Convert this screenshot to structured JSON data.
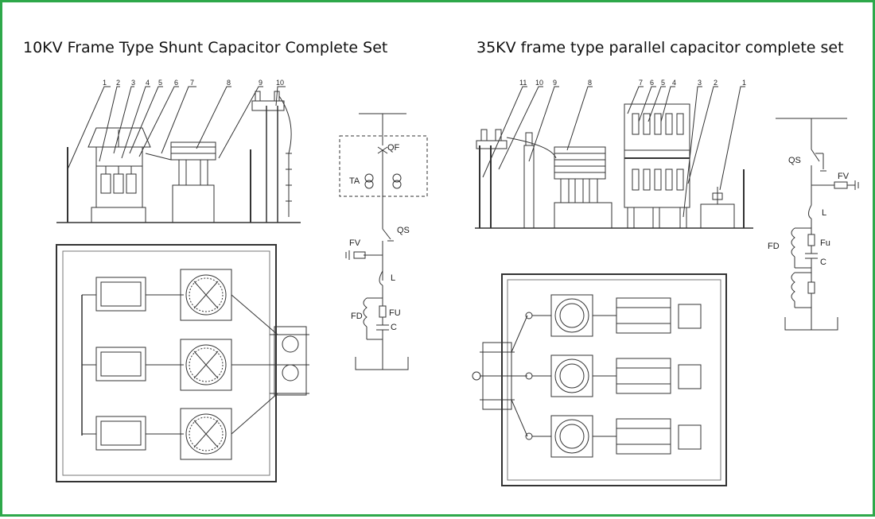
{
  "titles": {
    "left": "10KV Frame Type Shunt Capacitor Complete Set",
    "right": "35KV frame type parallel capacitor complete set"
  },
  "left_elevation_callouts": [
    "1",
    "2",
    "3",
    "4",
    "5",
    "6",
    "7",
    "8",
    "9",
    "10"
  ],
  "right_elevation_callouts": [
    "11",
    "10",
    "9",
    "8",
    "7",
    "6",
    "5",
    "4",
    "3",
    "2",
    "1"
  ],
  "left_circuit_labels": {
    "qf": "QF",
    "ta": "TA",
    "qs": "QS",
    "fv": "FV",
    "l": "L",
    "fd": "FD",
    "fu": "FU",
    "c": "C"
  },
  "right_circuit_labels": {
    "qs": "QS",
    "fv": "FV",
    "l": "L",
    "fd": "FD",
    "fu": "Fu",
    "c": "C"
  },
  "colors": {
    "border": "#2ea84a",
    "line": "#333333"
  }
}
